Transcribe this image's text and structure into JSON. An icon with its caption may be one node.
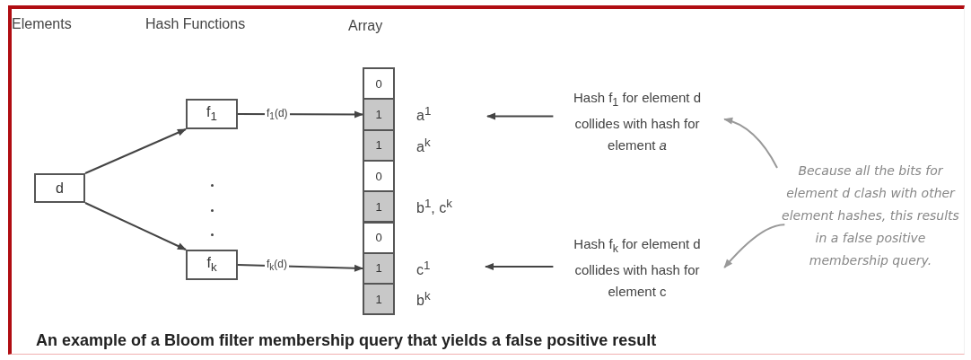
{
  "diagram": {
    "caption": "An example of a Bloom filter membership query that yields a false positive result",
    "nodes": [
      {
        "text": [
          "d"
        ]
      },
      {
        "text": [
          "f$_{1}$"
        ]
      },
      {
        "text": [
          "f$_{k}$"
        ]
      },
      {
        "text": [
          "0"
        ]
      },
      {
        "text": [
          "1"
        ],
        "beside": [
          "a$^{1}$"
        ]
      },
      {
        "text": [
          "1"
        ],
        "beside": [
          "a$^{k}$"
        ]
      },
      {
        "text": [
          "0"
        ]
      },
      {
        "text": [
          "1"
        ],
        "beside": [
          "b$^{1}$, c$^{k}$"
        ]
      },
      {
        "text": [
          "0"
        ]
      },
      {
        "text": [
          "1"
        ],
        "beside": [
          "c$^{1}$"
        ]
      },
      {
        "text": [
          "1"
        ],
        "beside": [
          "b$^{k}$"
        ]
      },
      {
        "text": [
          "Hash f$_{1}$ for element d collides with hash for element *a*"
        ]
      },
      {
        "text": [
          "Hash f$_{k}$ for element d collides with hash for element c"
        ]
      },
      {
        "text": [
          "Because all the bits for element d clash with other element hashes, this results in a false positive membership query."
        ]
      }
    ],
    "edges": [
      {
        "from": 0,
        "to": 1,
        "arrow": "to"
      },
      {
        "from": 0,
        "to": 2,
        "arrow": "to"
      },
      {
        "from": 1,
        "to": 4,
        "arrow": "to",
        "label": "f$_{1}$(d)"
      },
      {
        "from": 2,
        "to": 9,
        "arrow": "to",
        "label": "f$_{k}$(d)"
      },
      {
        "from": 11,
        "to": null,
        "arrow": "to"
      },
      {
        "from": 12,
        "to": null,
        "arrow": "to"
      },
      {
        "from": 13,
        "to": 11,
        "arrow": "to",
        "color": "#999999"
      },
      {
        "from": 13,
        "to": 12,
        "arrow": "to",
        "color": "#999999"
      }
    ],
    "labels": [
      "Elements",
      "Hash Functions",
      "Array"
    ]
  }
}
